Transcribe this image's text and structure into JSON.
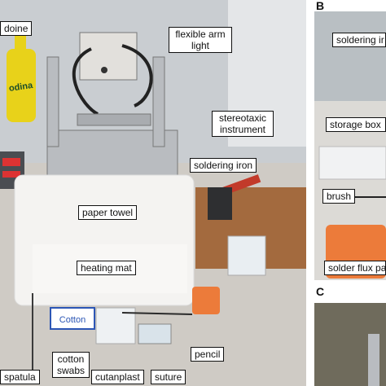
{
  "figure": {
    "panels": {
      "b": "B",
      "c": "C"
    },
    "labels": {
      "iodine": "doine",
      "flexible_arm_light": "flexible arm\nlight",
      "stereotaxic_instrument": "stereotaxic\ninstrument",
      "soldering_iron_a": "soldering iron",
      "paper_towel": "paper towel",
      "heating_mat": "heating mat",
      "spatula": "spatula",
      "cotton_swabs": "cotton\nswabs",
      "cutanplast": "cutanplast",
      "suture": "suture",
      "pencil": "pencil",
      "soldering_iron_b": "soldering ir",
      "storage_box": "storage box",
      "brush": "brush",
      "solder_flux_paste": "solder flux pa"
    },
    "bottle_text": "odina",
    "box_text": "Cotton"
  },
  "colors": {
    "bench": "#d9d6d1",
    "wall": "#c9cdd1",
    "towel": "#f4f3f1",
    "metal": "#b9bcc0",
    "bottle": "#e8d21a",
    "orange_box": "#ec7b3a",
    "iron_red": "#c23a2a"
  }
}
